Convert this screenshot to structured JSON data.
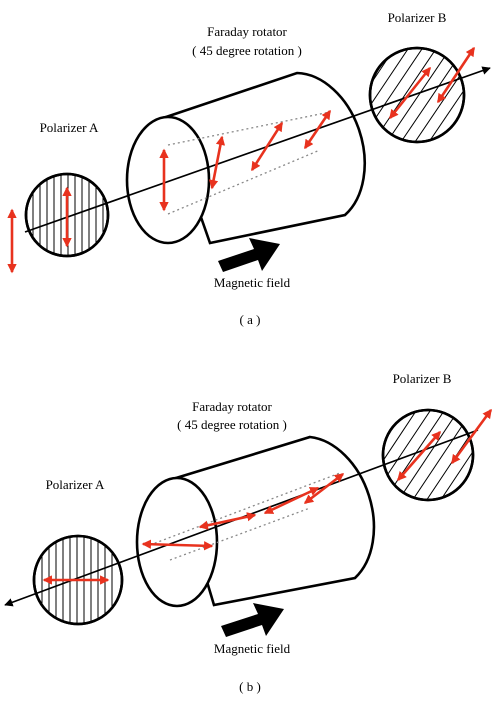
{
  "colors": {
    "polarization_arrow": "#e8321e",
    "line": "#000000",
    "background": "#ffffff"
  },
  "panels": [
    {
      "label": "( a )",
      "rotator_title": "Faraday rotator",
      "rotator_subtitle": "( 45 degree rotation )",
      "polarizer_a": "Polarizer A",
      "polarizer_b": "Polarizer B",
      "field_label": "Magnetic field",
      "beam_direction": "forward",
      "field_arrow_icon": "field-arrow-icon"
    },
    {
      "label": "( b )",
      "rotator_title": "Faraday rotator",
      "rotator_subtitle": "( 45 degree rotation )",
      "polarizer_a": "Polarizer A",
      "polarizer_b": "Polarizer B",
      "field_label": "Magnetic field",
      "beam_direction": "backward",
      "field_arrow_icon": "field-arrow-icon"
    }
  ]
}
